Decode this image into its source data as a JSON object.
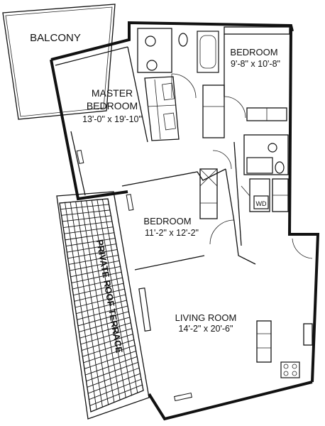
{
  "rooms": {
    "balcony": {
      "name": "BALCONY"
    },
    "master_bedroom": {
      "name_line1": "MASTER",
      "name_line2": "BEDROOM",
      "size": "13'-0\" x 19'-10\""
    },
    "bedroom_top": {
      "name": "BEDROOM",
      "size": "9'-8\" x 10'-8\""
    },
    "bedroom_middle": {
      "name": "BEDROOM",
      "size": "11'-2\" x 12'-2\""
    },
    "living_room": {
      "name": "LIVING ROOM",
      "size": "14'-2\" x 20'-6\""
    },
    "terrace": {
      "name": "PRIVATE ROOF TERRACE"
    }
  },
  "appliances": {
    "washer_dryer": "WD"
  }
}
